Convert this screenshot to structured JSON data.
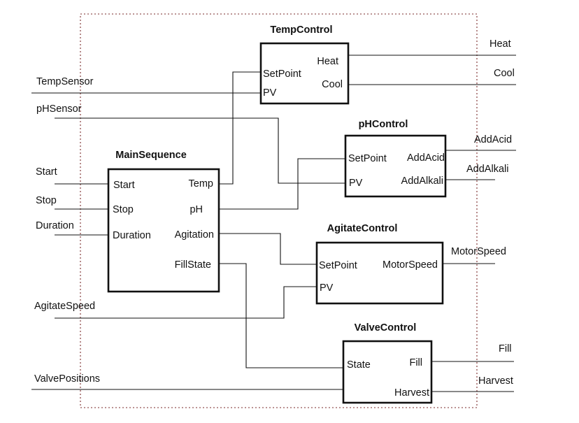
{
  "blocks": {
    "temp_control": {
      "title": "TempControl",
      "inputs": [
        "SetPoint",
        "PV"
      ],
      "outputs": [
        "Heat",
        "Cool"
      ]
    },
    "ph_control": {
      "title": "pHControl",
      "inputs": [
        "SetPoint",
        "PV"
      ],
      "outputs": [
        "AddAcid",
        "AddAlkali"
      ]
    },
    "main_sequence": {
      "title": "MainSequence",
      "inputs": [
        "Start",
        "Stop",
        "Duration"
      ],
      "outputs": [
        "Temp",
        "pH",
        "Agitation",
        "FillState"
      ]
    },
    "agitate_control": {
      "title": "AgitateControl",
      "inputs": [
        "SetPoint",
        "PV"
      ],
      "outputs": [
        "MotorSpeed"
      ]
    },
    "valve_control": {
      "title": "ValveControl",
      "inputs": [
        "State"
      ],
      "outputs": [
        "Fill",
        "Harvest"
      ]
    }
  },
  "external_inputs": [
    "TempSensor",
    "pHSensor",
    "Start",
    "Stop",
    "Duration",
    "AgitateSpeed",
    "ValvePositions"
  ],
  "external_outputs": [
    "Heat",
    "Cool",
    "AddAcid",
    "AddAlkali",
    "MotorSpeed",
    "Fill",
    "Harvest"
  ]
}
